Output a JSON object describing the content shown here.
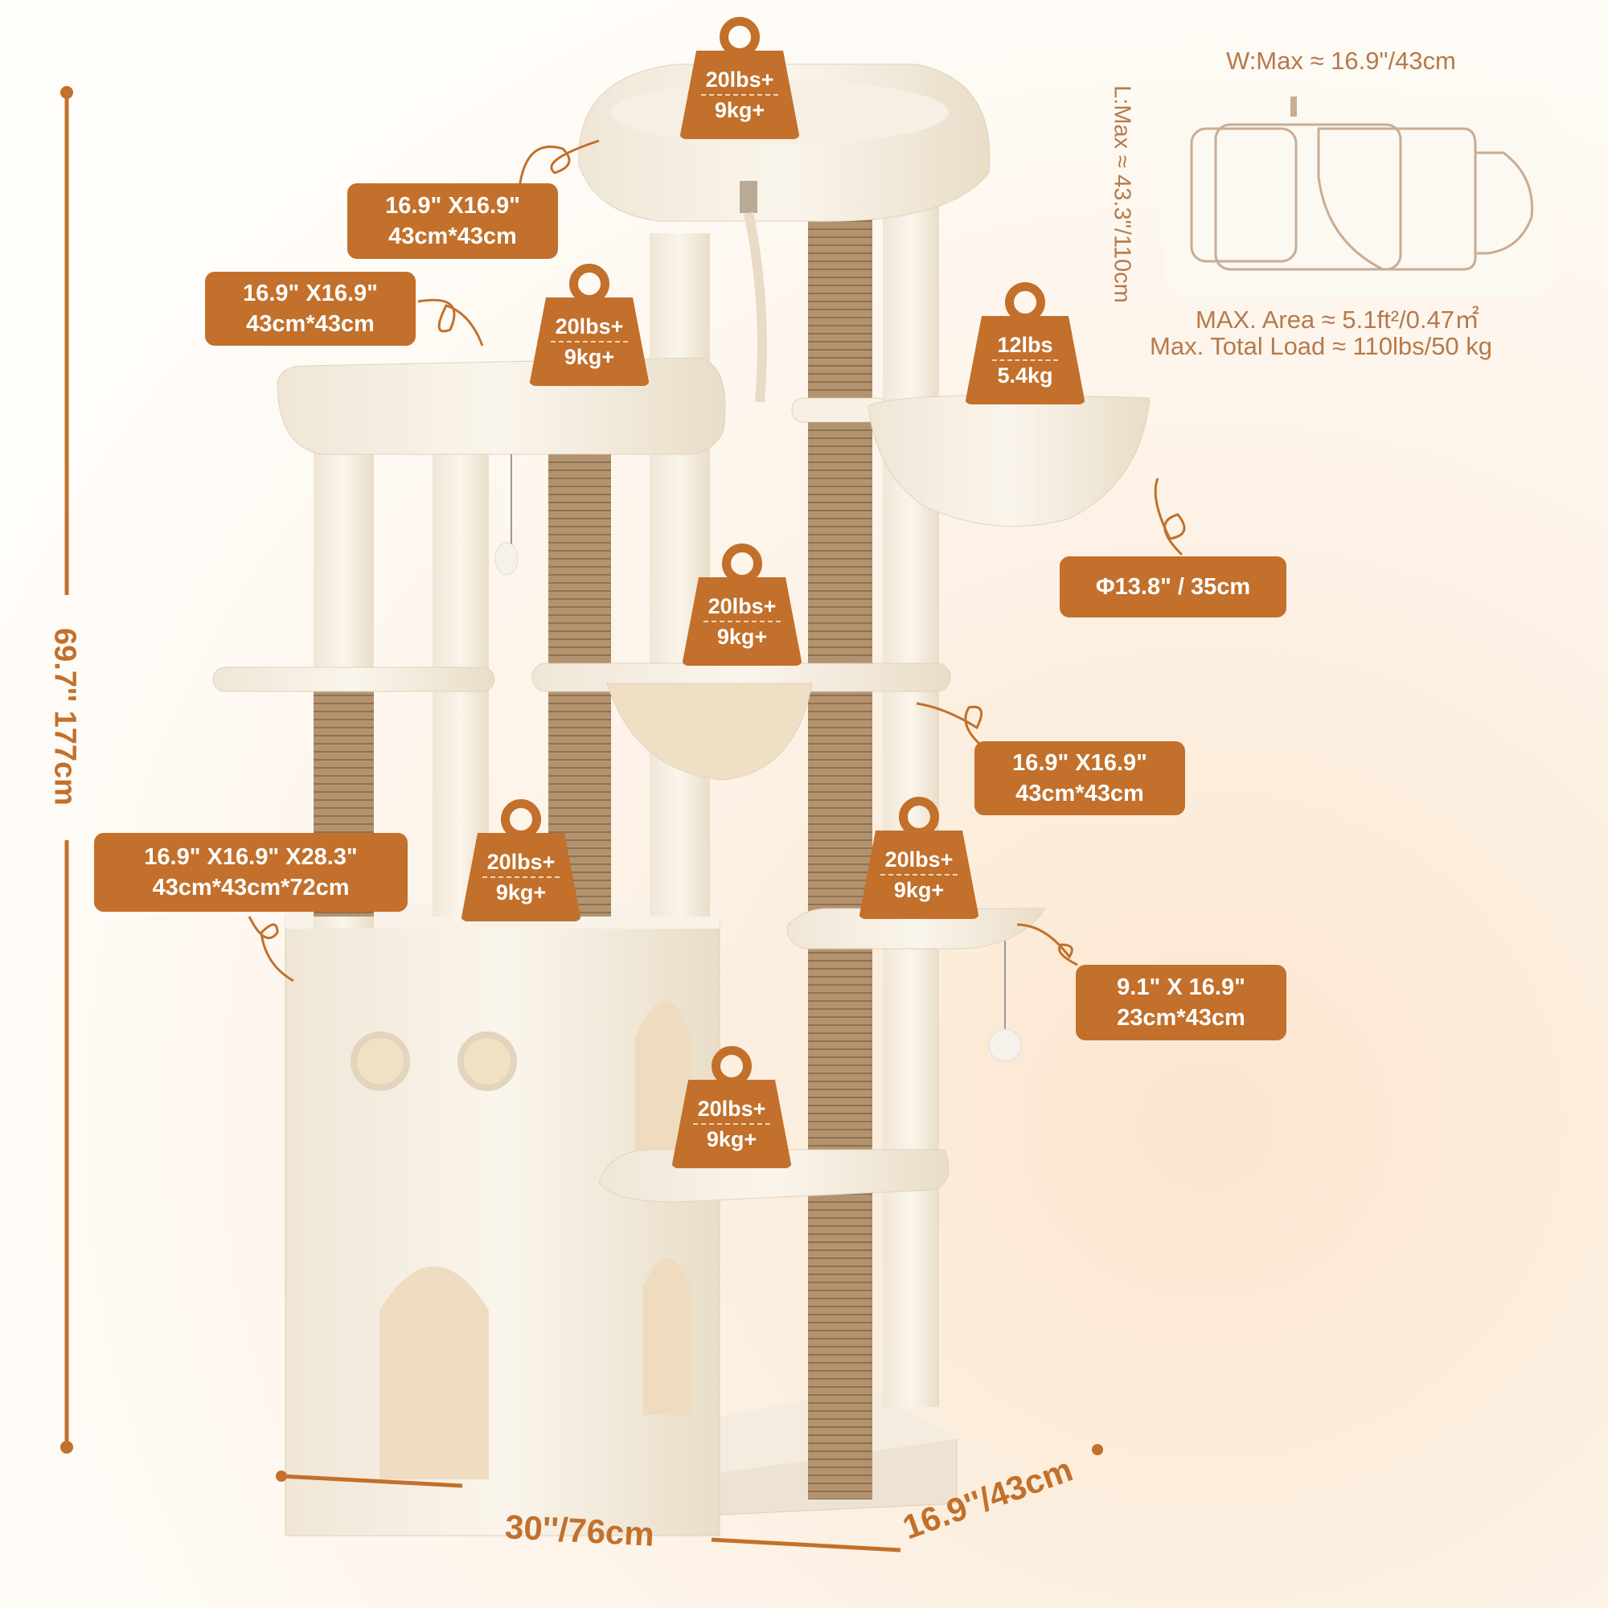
{
  "max_box": {
    "width_label": "W:Max ≈ 16.9\"/43cm",
    "length_label": "L:Max ≈ 43.3\"/110cm",
    "area_label": "MAX. Area ≈ 5.1ft²/0.47㎡",
    "load_label": "Max. Total Load  ≈  110lbs/50 kg"
  },
  "dimensions": {
    "height": "69.7'' 177cm",
    "width": "30''/76cm",
    "depth": "16.9''/43cm"
  },
  "size_labels": {
    "top_perch": [
      "16.9\"  X16.9\"",
      "43cm*43cm"
    ],
    "left_perch": [
      "16.9\"  X16.9\"",
      "43cm*43cm"
    ],
    "basket": [
      "Φ13.8\"  / 35cm"
    ],
    "hammock": [
      "16.9\"  X16.9\"",
      "43cm*43cm"
    ],
    "condo": [
      "16.9\"  X16.9\"  X28.3\"",
      "43cm*43cm*72cm"
    ],
    "small_platform": [
      "9.1\"  X 16.9\"",
      "23cm*43cm"
    ]
  },
  "weights": {
    "top": [
      "20lbs+",
      "9kg+"
    ],
    "left_perch": [
      "20lbs+",
      "9kg+"
    ],
    "basket": [
      "12lbs",
      "5.4kg"
    ],
    "hammock": [
      "20lbs+",
      "9kg+"
    ],
    "condo_roof": [
      "20lbs+",
      "9kg+"
    ],
    "right_platform": [
      "20lbs+",
      "9kg+"
    ],
    "lower_platform": [
      "20lbs+",
      "9kg+"
    ]
  },
  "colors": {
    "accent": "#c2702b",
    "plush": "#f5ede0",
    "sisal": "#a98a6b",
    "background": "#fdf4ea"
  }
}
